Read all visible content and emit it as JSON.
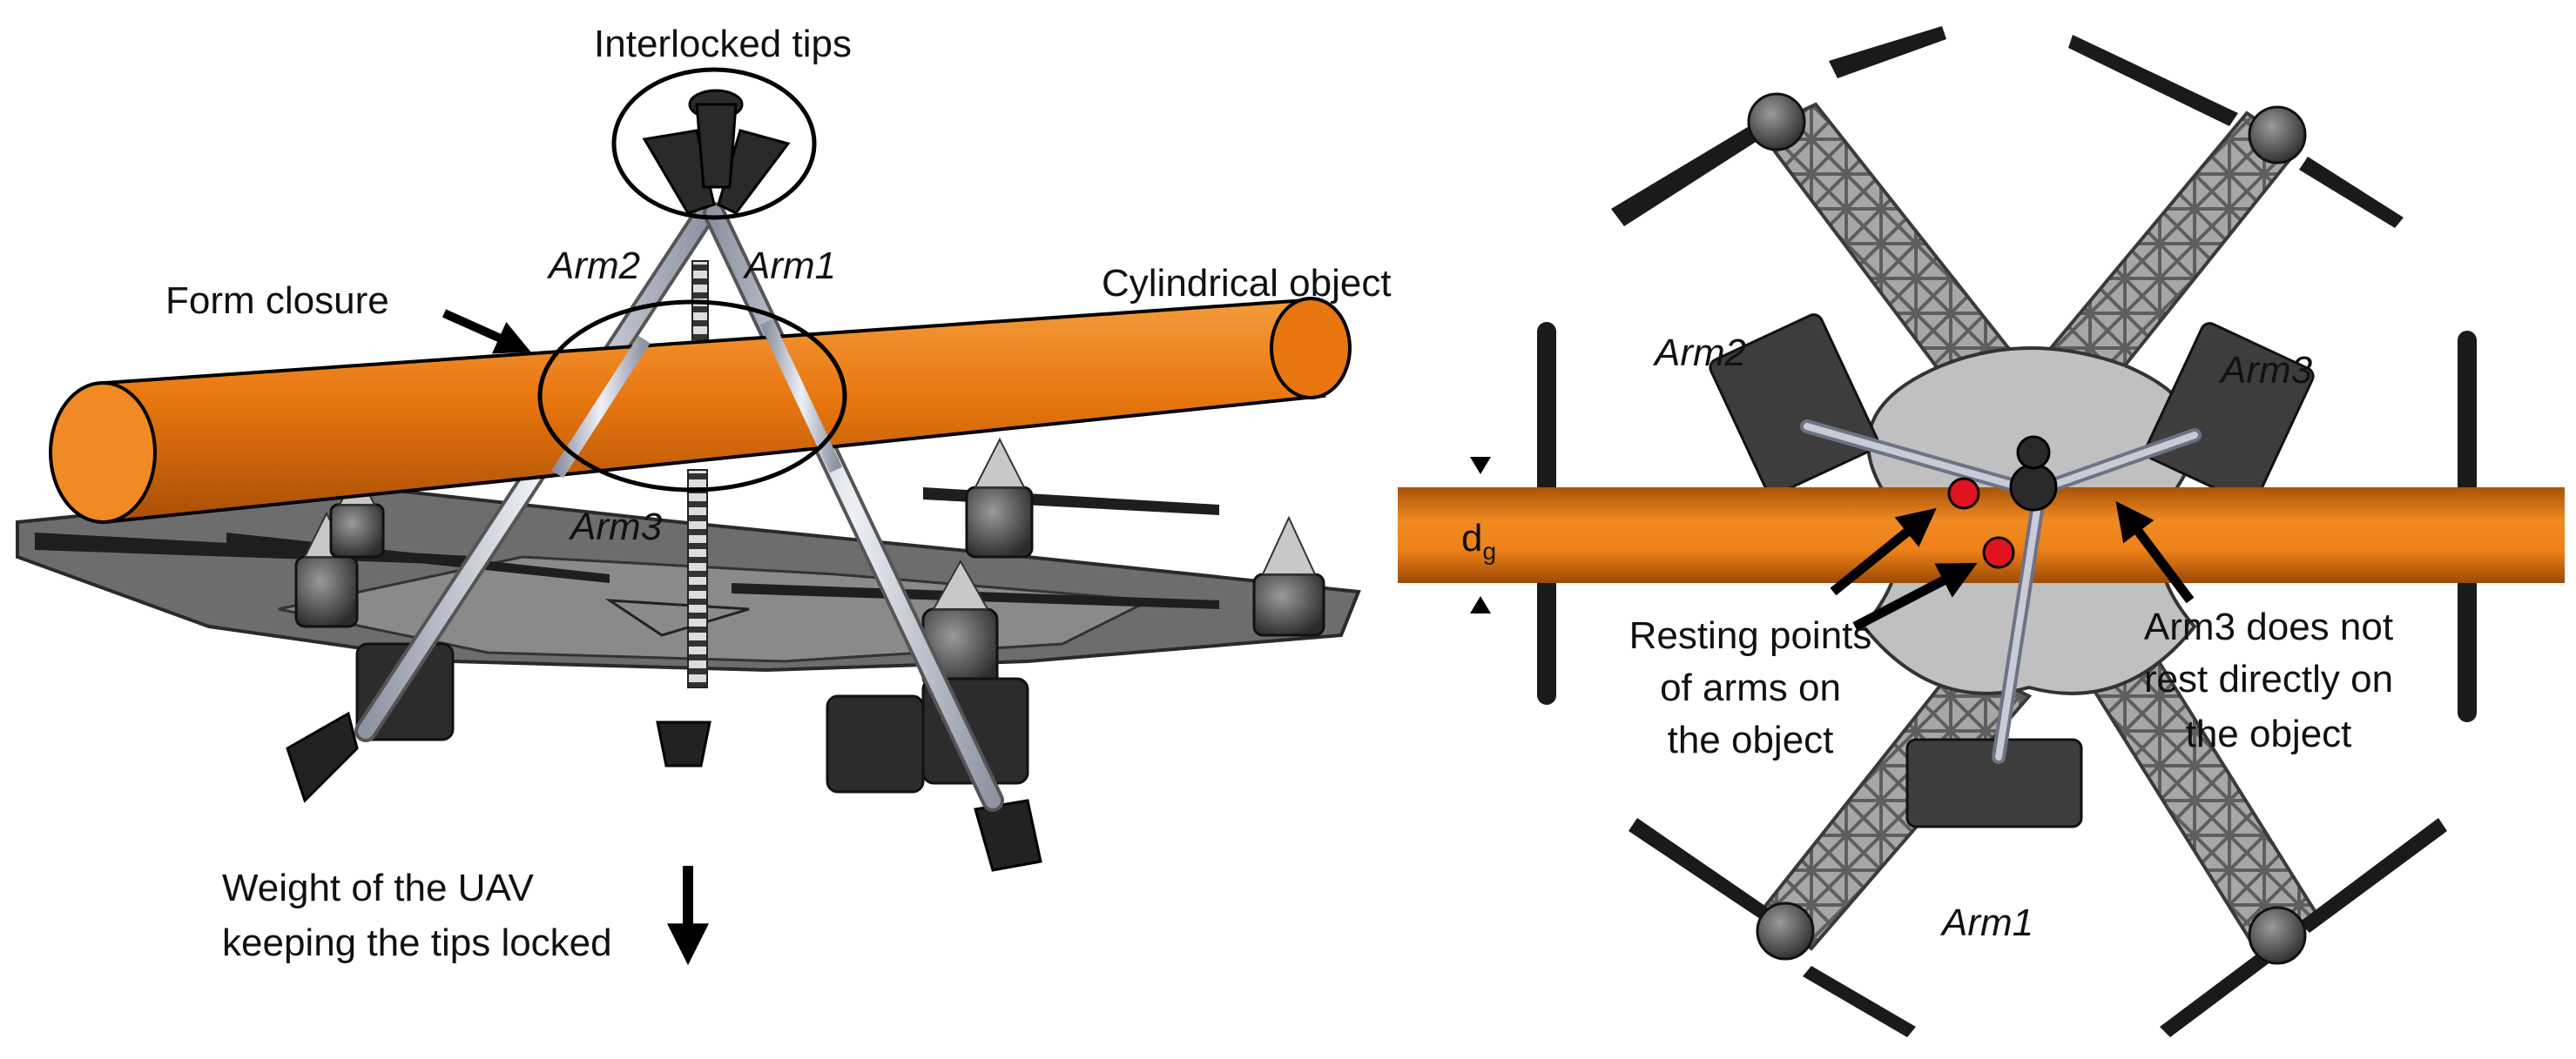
{
  "left_panel": {
    "interlocked_tips": "Interlocked tips",
    "arm1": "Arm1",
    "arm2": "Arm2",
    "arm3": "Arm3",
    "form_closure": "Form closure",
    "cylindrical_object": "Cylindrical object",
    "weight_line1": "Weight of the UAV",
    "weight_line2": "keeping the tips locked"
  },
  "right_panel": {
    "arm1": "Arm1",
    "arm2": "Arm2",
    "arm3": "Arm3",
    "dg_main": "d",
    "dg_sub": "g",
    "resting_line1": "Resting points",
    "resting_line2": "of arms on",
    "resting_line3": "the object",
    "arm3_note_line1": "Arm3 does not",
    "arm3_note_line2": "rest directly on",
    "arm3_note_line3": "the object"
  },
  "colors": {
    "object_orange": "#e8760f",
    "frame_gray": "#9a9a9a",
    "contact_red": "#e0141e",
    "arm_rod": "#c9ccd6"
  }
}
